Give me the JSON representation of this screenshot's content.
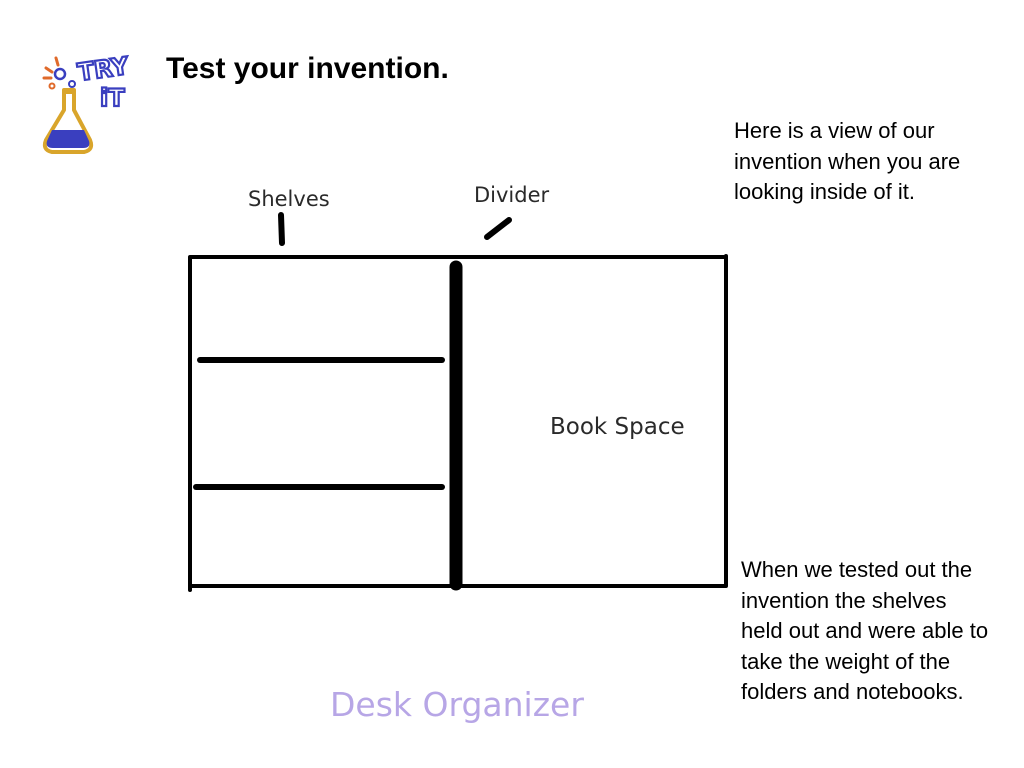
{
  "slide": {
    "title": "Test your invention.",
    "logo": {
      "icon": "try-it-flask-icon",
      "text_line1": "TRY",
      "text_line2": "iT"
    },
    "note_top": "Here is a view of our invention when you are looking inside of it.",
    "note_bottom": "When we tested out the invention the shelves held out and were able to take the weight of the folders and notebooks."
  },
  "drawing": {
    "label_shelves": "Shelves",
    "label_divider": "Divider",
    "label_book_space": "Book Space",
    "caption": "Desk Organizer",
    "caption_color": "#b7a6e6"
  }
}
